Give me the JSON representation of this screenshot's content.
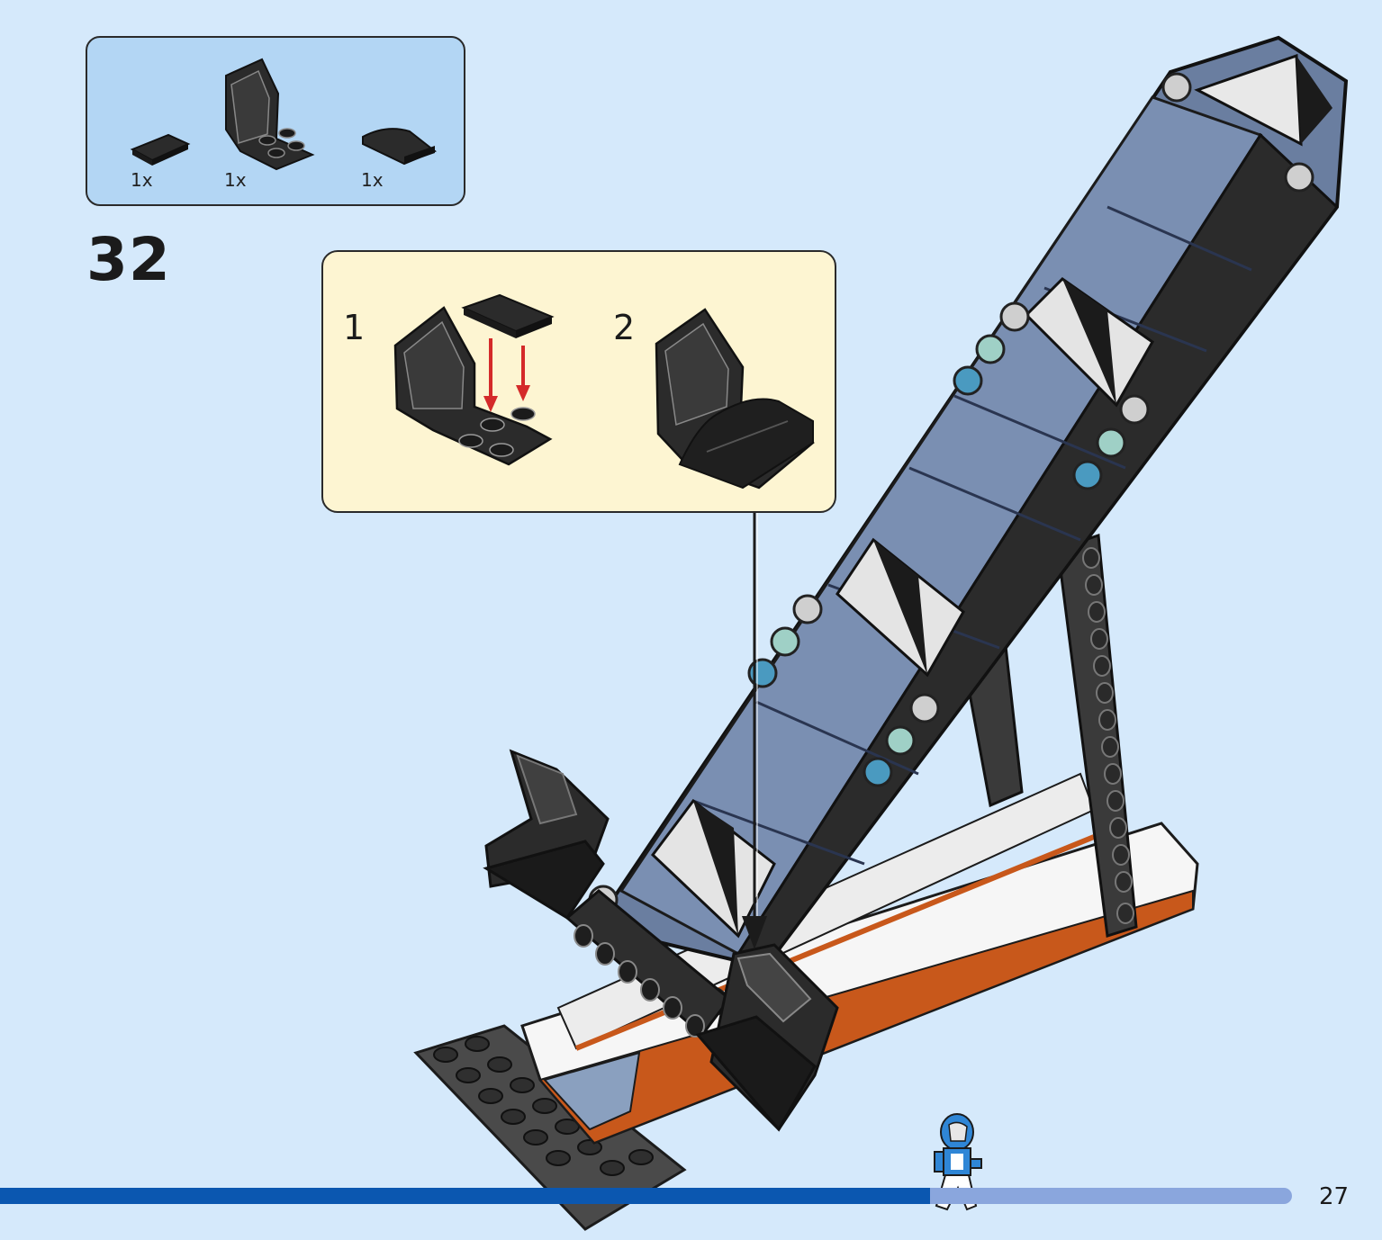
{
  "parts_list": {
    "items": [
      {
        "name": "black-tile",
        "qty": "1x"
      },
      {
        "name": "black-bracket",
        "qty": "1x"
      },
      {
        "name": "black-curved-slope",
        "qty": "1x"
      }
    ]
  },
  "step": {
    "number": "32"
  },
  "callout": {
    "sub_steps": [
      {
        "label": "1"
      },
      {
        "label": "2"
      }
    ]
  },
  "progress": {
    "fraction": 0.72
  },
  "page": {
    "number": "27"
  },
  "colors": {
    "background": "#d5e9fb",
    "parts_box": "#b3d6f4",
    "callout_box": "#fdf5d2",
    "progress_fill": "#0b57b0",
    "progress_track": "#8aa6dd",
    "arrow_red": "#d42a2a"
  }
}
